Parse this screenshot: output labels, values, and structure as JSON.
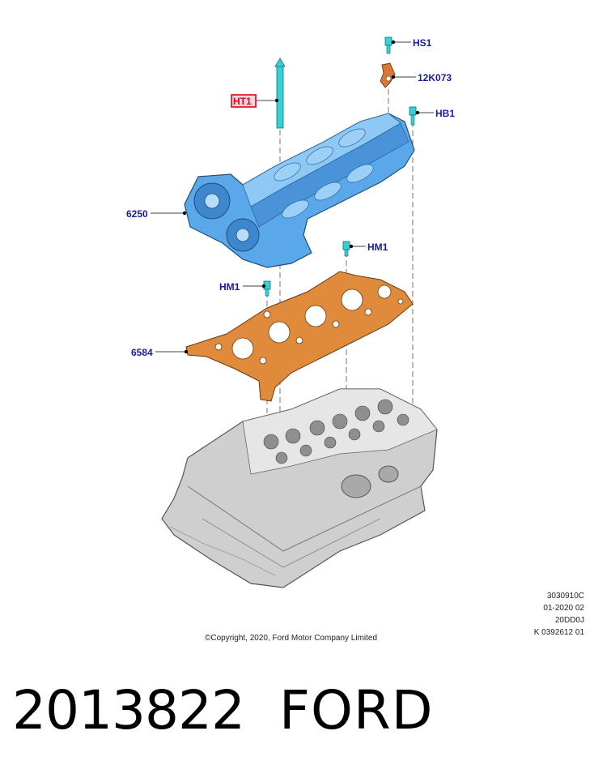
{
  "callouts": {
    "hs1": "HS1",
    "k12073": "12K073",
    "hb1": "HB1",
    "ht1": "HT1",
    "p6250": "6250",
    "hm1_right": "HM1",
    "hm1_left": "HM1",
    "p6584": "6584"
  },
  "meta": {
    "line1": "3030910C",
    "line2": "01-2020 02",
    "line3": "20DD0J",
    "line4": "K 0392612 01"
  },
  "copyright": "©Copyright, 2020, Ford Motor Company Limited",
  "footer": {
    "part_number": "2013822",
    "brand": "FORD"
  },
  "colors": {
    "callout_text": "#1a1aa6",
    "cover_blue": "#5aa8ea",
    "gasket_orange": "#e08a3c",
    "bolt_cyan": "#37d0d8",
    "head_grey": "#c9c9c9",
    "highlight_red": "#e0001b"
  }
}
